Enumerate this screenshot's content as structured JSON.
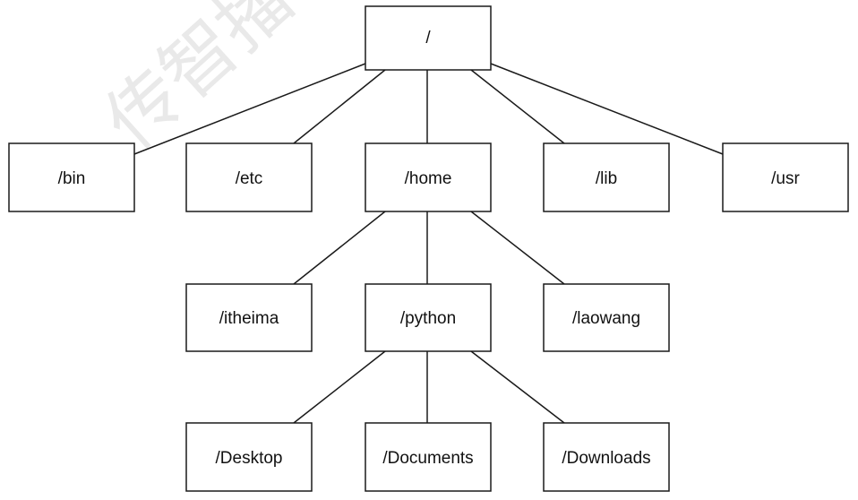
{
  "diagram": {
    "watermark": "传智播客",
    "nodes": {
      "root": "/",
      "bin": "/bin",
      "etc": "/etc",
      "home": "/home",
      "lib": "/lib",
      "usr": "/usr",
      "itheima": "/itheima",
      "python": "/python",
      "laowang": "/laowang",
      "desktop": "/Desktop",
      "documents": "/Documents",
      "downloads": "/Downloads"
    }
  }
}
